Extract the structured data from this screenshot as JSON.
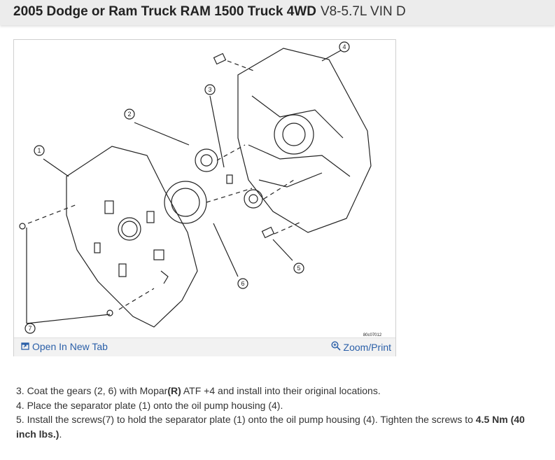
{
  "header": {
    "title_bold": "2005 Dodge or Ram Truck RAM 1500 Truck 4WD",
    "title_sub": "V8-5.7L VIN D"
  },
  "figure": {
    "callouts": [
      "1",
      "2",
      "3",
      "4",
      "5",
      "6",
      "7"
    ],
    "figure_code": "80c07012",
    "open_tab_label": "Open In New Tab",
    "zoom_label": "Zoom/Print",
    "open_tab_icon": "open-in-new-tab-icon",
    "zoom_icon": "zoom-in-icon"
  },
  "steps": [
    {
      "pre": "3. Coat the gears (2, 6) with Mopar",
      "bold": "(R)",
      "post": " ATF +4 and install into their original locations."
    },
    {
      "pre": "4. Place the separator plate (1) onto the oil pump housing (4).",
      "bold": "",
      "post": ""
    },
    {
      "pre": "5. Install the screws(7) to hold the separator plate (1) onto the oil pump housing (4). Tighten the screws to ",
      "bold": "4.5 Nm (40 inch lbs.)",
      "post": "."
    }
  ]
}
